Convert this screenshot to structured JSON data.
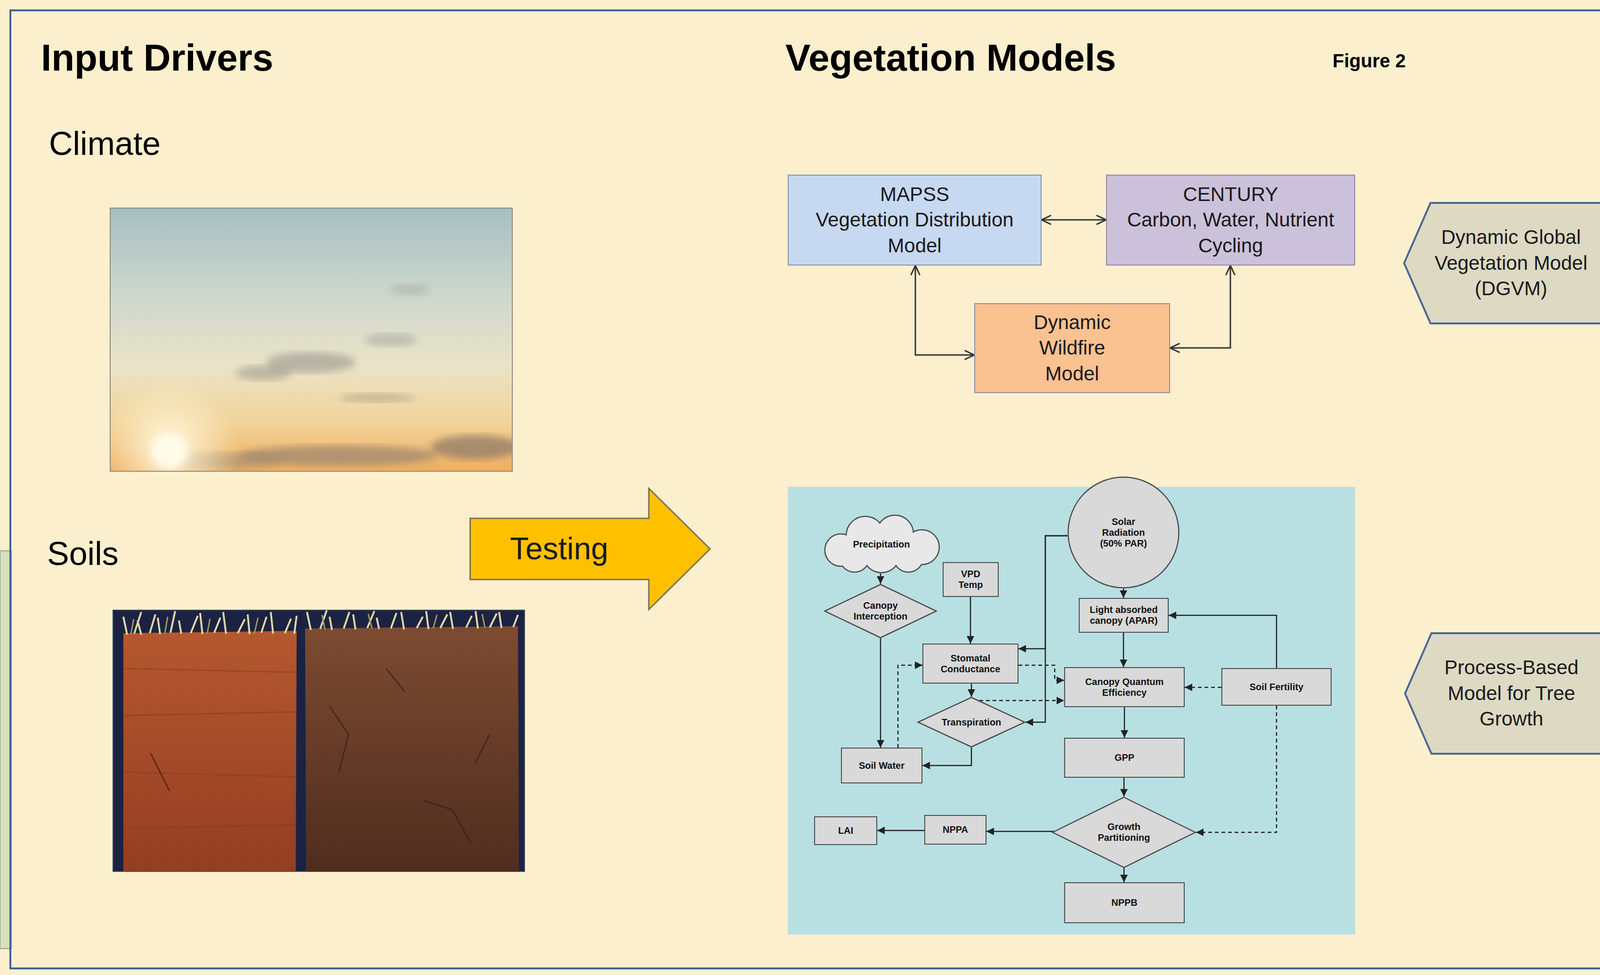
{
  "diagram": {
    "nodes": [
      {
        "text": [
          "MAPSS",
          "Vegetation Distribution Model"
        ]
      },
      {
        "text": [
          "CENTURY",
          "Carbon, Water, Nutrient Cycling"
        ]
      },
      {
        "text": [
          "Dynamic Global Vegetation Model (DGVM)"
        ]
      },
      {
        "text": [
          "Dynamic Wildfire Model"
        ]
      },
      {
        "text": [
          "Testing"
        ]
      },
      {
        "text": [
          "Precipitation"
        ]
      },
      {
        "text": [
          "Solar Radiation (50% PAR)"
        ]
      },
      {
        "text": [
          "VPD Temp"
        ]
      },
      {
        "text": [
          "Canopy Interception"
        ]
      },
      {
        "text": [
          "Light absorbed canopy (APAR)"
        ]
      },
      {
        "text": [
          "Stomatal Conductance"
        ]
      },
      {
        "text": [
          "Process-Based Model for Tree Growth"
        ]
      },
      {
        "text": [
          "Canopy Quantum Efficiency"
        ]
      },
      {
        "text": [
          "Soil Fertility"
        ]
      },
      {
        "text": [
          "Transpiration"
        ]
      },
      {
        "text": [
          "Soil Water"
        ]
      },
      {
        "text": [
          "GPP"
        ]
      },
      {
        "text": [
          "LAI"
        ]
      },
      {
        "text": [
          "NPPA"
        ]
      },
      {
        "text": [
          "Growth Partitioning"
        ]
      },
      {
        "text": [
          "NPPB"
        ]
      }
    ],
    "edges": [
      {
        "from": 0,
        "to": 1,
        "arrow": "both"
      },
      {
        "from": 0,
        "to": 3,
        "arrow": "both"
      },
      {
        "from": 1,
        "to": 3,
        "arrow": "both"
      },
      {
        "from": 5,
        "to": 8,
        "arrow": "to"
      },
      {
        "from": 8,
        "to": 15,
        "arrow": "to"
      },
      {
        "from": 7,
        "to": 10,
        "arrow": "to"
      },
      {
        "from": 6,
        "to": 10,
        "arrow": "to"
      },
      {
        "from": 6,
        "to": 14,
        "arrow": "to"
      },
      {
        "from": 6,
        "to": 9,
        "arrow": "to"
      },
      {
        "from": 9,
        "to": 12,
        "arrow": "to"
      },
      {
        "from": 13,
        "to": 9,
        "arrow": "to"
      },
      {
        "from": 13,
        "to": 12,
        "arrow": "to"
      },
      {
        "from": 13,
        "to": 19,
        "arrow": "to"
      },
      {
        "from": 10,
        "to": 14,
        "arrow": "to"
      },
      {
        "from": 14,
        "to": 15,
        "arrow": "to"
      },
      {
        "from": 15,
        "to": 10,
        "arrow": "to"
      },
      {
        "from": 10,
        "to": 12,
        "arrow": "to"
      },
      {
        "from": 14,
        "to": 12,
        "arrow": "to"
      },
      {
        "from": 12,
        "to": 16,
        "arrow": "to"
      },
      {
        "from": 16,
        "to": 19,
        "arrow": "to"
      },
      {
        "from": 19,
        "to": 18,
        "arrow": "to"
      },
      {
        "from": 18,
        "to": 17,
        "arrow": "to"
      },
      {
        "from": 19,
        "to": 20,
        "arrow": "to"
      }
    ],
    "labels": [
      "Input Drivers",
      "Climate",
      "Soils",
      "Vegetation Models",
      "Figure 2"
    ]
  }
}
